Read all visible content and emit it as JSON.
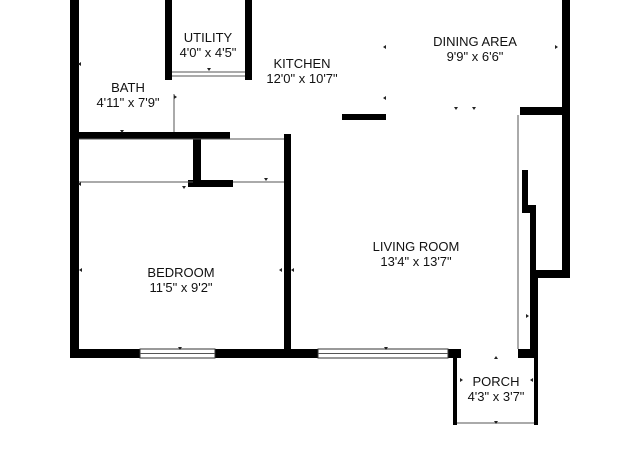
{
  "colors": {
    "wall": "#000000",
    "background": "#ffffff",
    "text": "#111111",
    "window": "#ffffff"
  },
  "rooms": {
    "utility": {
      "name": "UTILITY",
      "dims": "4'0\" x 4'5\""
    },
    "kitchen": {
      "name": "KITCHEN",
      "dims": "12'0\" x 10'7\""
    },
    "dining": {
      "name": "DINING AREA",
      "dims": "9'9\" x 6'6\""
    },
    "bath": {
      "name": "BATH",
      "dims": "4'11\" x 7'9\""
    },
    "bedroom": {
      "name": "BEDROOM",
      "dims": "11'5\" x 9'2\""
    },
    "living": {
      "name": "LIVING ROOM",
      "dims": "13'4\" x 13'7\""
    },
    "porch": {
      "name": "PORCH",
      "dims": "4'3\" x 3'7\""
    }
  }
}
